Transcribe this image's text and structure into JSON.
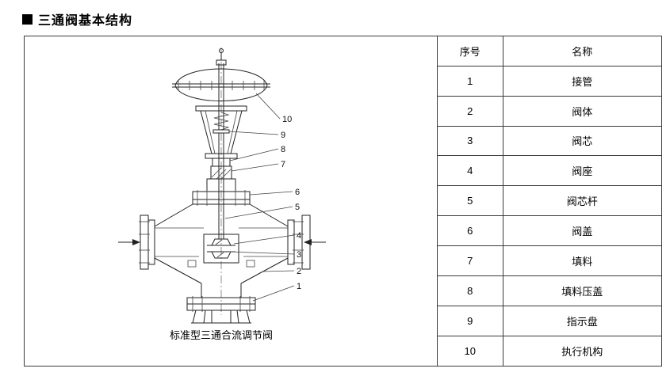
{
  "page": {
    "bullet": "■",
    "title": "三通阀基本结构"
  },
  "diagram": {
    "caption": "标准型三通合流调节阀",
    "callouts": [
      {
        "label": "10"
      },
      {
        "label": "9"
      },
      {
        "label": "8"
      },
      {
        "label": "7"
      },
      {
        "label": "6"
      },
      {
        "label": "5"
      },
      {
        "label": "4"
      },
      {
        "label": "3"
      },
      {
        "label": "2"
      },
      {
        "label": "1"
      }
    ]
  },
  "table": {
    "header": {
      "num": "序号",
      "name": "名称"
    },
    "rows": [
      {
        "num": "1",
        "name": "接管"
      },
      {
        "num": "2",
        "name": "阀体"
      },
      {
        "num": "3",
        "name": "阀芯"
      },
      {
        "num": "4",
        "name": "阀座"
      },
      {
        "num": "5",
        "name": "阀芯杆"
      },
      {
        "num": "6",
        "name": "阀盖"
      },
      {
        "num": "7",
        "name": "填料"
      },
      {
        "num": "8",
        "name": "填料压盖"
      },
      {
        "num": "9",
        "name": "指示盘"
      },
      {
        "num": "10",
        "name": "执行机构"
      }
    ]
  }
}
